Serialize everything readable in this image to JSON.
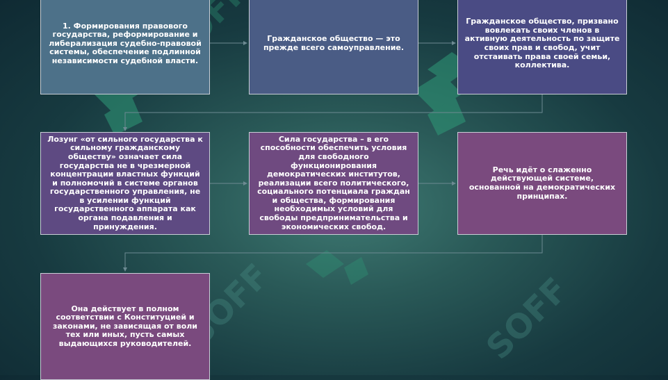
{
  "boxes": {
    "b1": "1. Формирования правового государства,  реформирование и либерализация судебно-правовой системы, обеспечение подлинной независимости судебной власти.",
    "b2": "Гражданское общество — это прежде всего самоуправление.",
    "b3": "Гражданское общество, призвано вовлекать своих членов в активную деятельность по защите своих прав и свобод, учит отстаивать права своей семьи, коллектива.",
    "b4": "Лозунг «от сильного государства к сильному гражданскому обществу» означает сила государства не в чрезмерной концентрации властных функций и полномочий в системе органов государственного управления, не в усилении функций государственного аппарата как органа подавления и принуждения.",
    "b5": "Сила государства – в его способности обеспечить условия для свободного функционирования демократических институтов, реализации всего политического, социального потенциала граждан и общества, формирования необходимых условий для свободы предпринимательства и экономических свобод.",
    "b6": "Речь идёт о слаженно действующей системе, основанной на демократических принципах.",
    "b7": "Она действует в полном соответствии с Конституцией и законами, не зависящая от воли тех или иных, пусть самых выдающихся руководителей."
  },
  "watermark": {
    "text": "SOFF",
    "color": "#2f9a78"
  }
}
